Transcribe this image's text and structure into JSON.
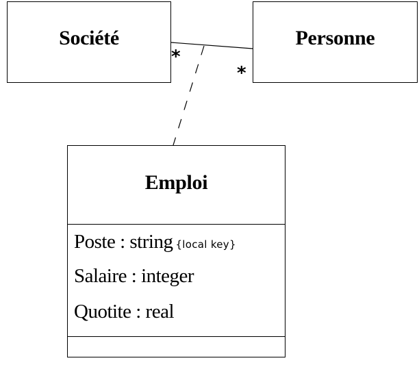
{
  "classes": {
    "societe": {
      "name": "Société"
    },
    "personne": {
      "name": "Personne"
    },
    "emploi": {
      "name": "Emploi",
      "attributes": [
        {
          "text": "Poste : string",
          "constraint": "{local key}"
        },
        {
          "text": "Salaire : integer"
        },
        {
          "text": "Quotite : real"
        }
      ]
    }
  },
  "association": {
    "multiplicity_societe": "*",
    "multiplicity_personne": "*"
  }
}
